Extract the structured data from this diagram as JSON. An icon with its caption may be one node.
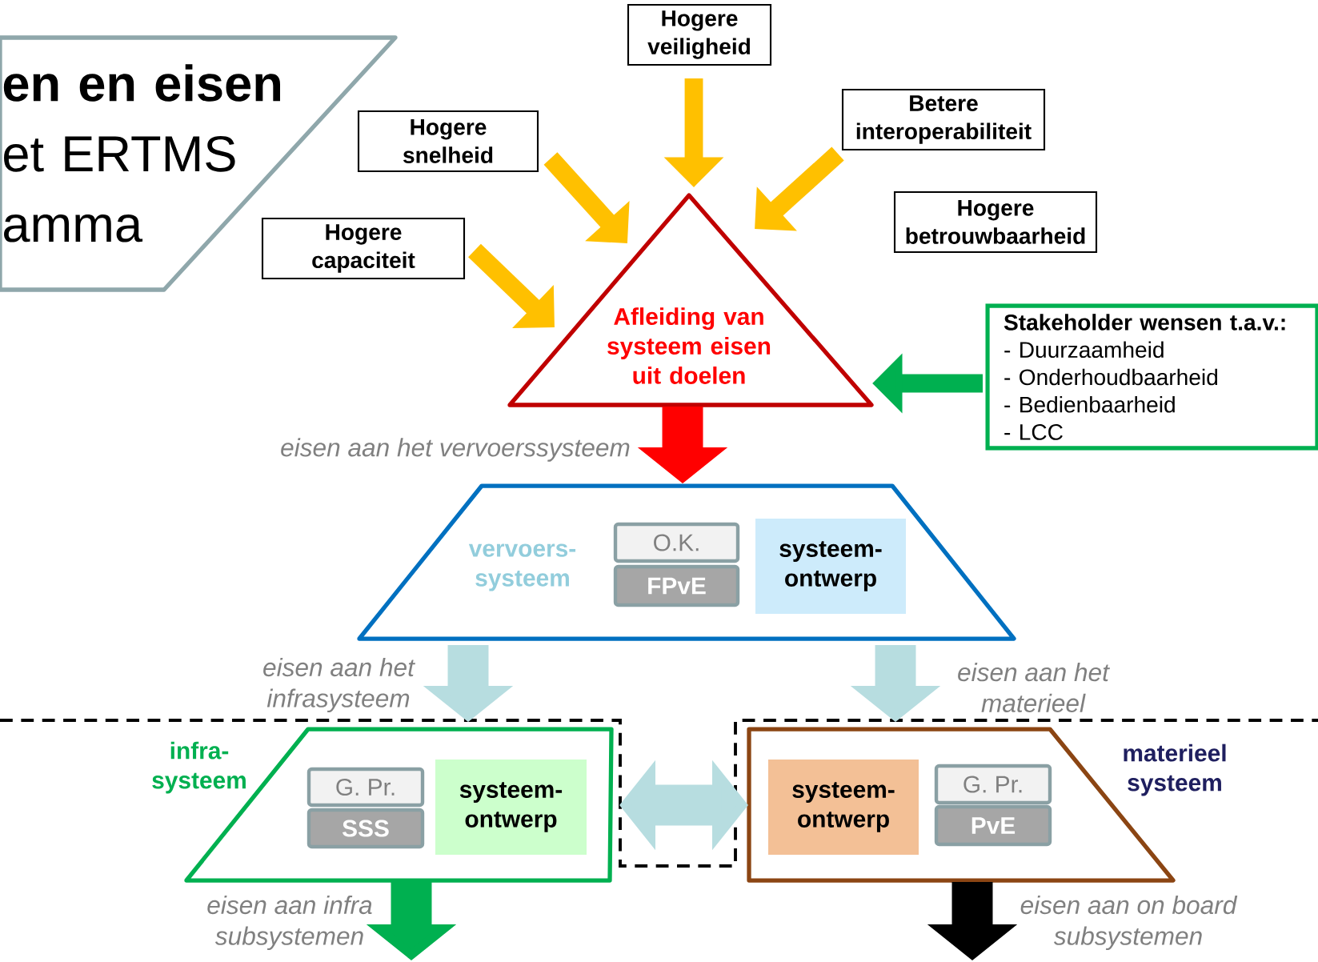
{
  "diagram": {
    "nodes": [
      {
        "text": [
          "en en eisen",
          "et ERTMS amma"
        ]
      },
      {
        "text": [
          "Hogere veiligheid"
        ]
      },
      {
        "text": [
          "Hogere snelheid"
        ]
      },
      {
        "text": [
          "Betere interoperabiliteit"
        ]
      },
      {
        "text": [
          "Hogere capaciteit"
        ]
      },
      {
        "text": [
          "Hogere betrouwbaarheid"
        ]
      },
      {
        "text": [
          "Afleiding van systeem eisen uit doelen"
        ]
      },
      {
        "text": [
          "Stakeholder wensen t.a.v.:",
          "- Duurzaamheid",
          "- Onderhoudbaarheid",
          "- Bedienbaarheid",
          "- LCC"
        ]
      },
      {
        "text": [
          "vervoers- systeem"
        ]
      },
      {
        "text": [
          "O.K."
        ],
        "in": 8
      },
      {
        "text": [
          "FPvE"
        ],
        "in": 8
      },
      {
        "text": [
          "systeem- ontwerp"
        ],
        "in": 8
      },
      {
        "text": [
          "infra- systeem"
        ]
      },
      {
        "text": [
          "G. Pr."
        ],
        "in": 12
      },
      {
        "text": [
          "SSS"
        ],
        "in": 12
      },
      {
        "text": [
          "systeem- ontwerp"
        ],
        "in": 12
      },
      {
        "text": [
          "materieel systeem"
        ]
      },
      {
        "text": [
          "systeem- ontwerp"
        ],
        "in": 16
      },
      {
        "text": [
          "G. Pr."
        ],
        "in": 16
      },
      {
        "text": [
          "PvE"
        ],
        "in": 16
      }
    ],
    "edges": [
      {
        "from": 1,
        "to": 6,
        "arrow": "to"
      },
      {
        "from": 2,
        "to": 6,
        "arrow": "to"
      },
      {
        "from": 3,
        "to": 6,
        "arrow": "to"
      },
      {
        "from": 4,
        "to": 6,
        "arrow": "to"
      },
      {
        "from": 7,
        "to": 6,
        "arrow": "to",
        "color": "#00b050"
      },
      {
        "from": 6,
        "to": 8,
        "arrow": "to",
        "label": "eisen aan het vervoerssysteem",
        "color": "#ff0000"
      },
      {
        "from": 8,
        "to": 12,
        "arrow": "to",
        "label": "eisen aan het infrasysteem",
        "color": "#b7dde0"
      },
      {
        "from": 8,
        "to": 16,
        "arrow": "to",
        "label": "eisen aan het materieel",
        "color": "#b7dde0"
      },
      {
        "from": 12,
        "to": 16,
        "arrow": "both",
        "color": "#b7dde0"
      },
      {
        "from": 12,
        "to": null,
        "arrow": "to",
        "label": "eisen aan infra subsystemen",
        "color": "#00b050"
      },
      {
        "from": 16,
        "to": null,
        "arrow": "to",
        "label": "eisen aan on board subsystemen",
        "color": "#000000"
      }
    ]
  }
}
